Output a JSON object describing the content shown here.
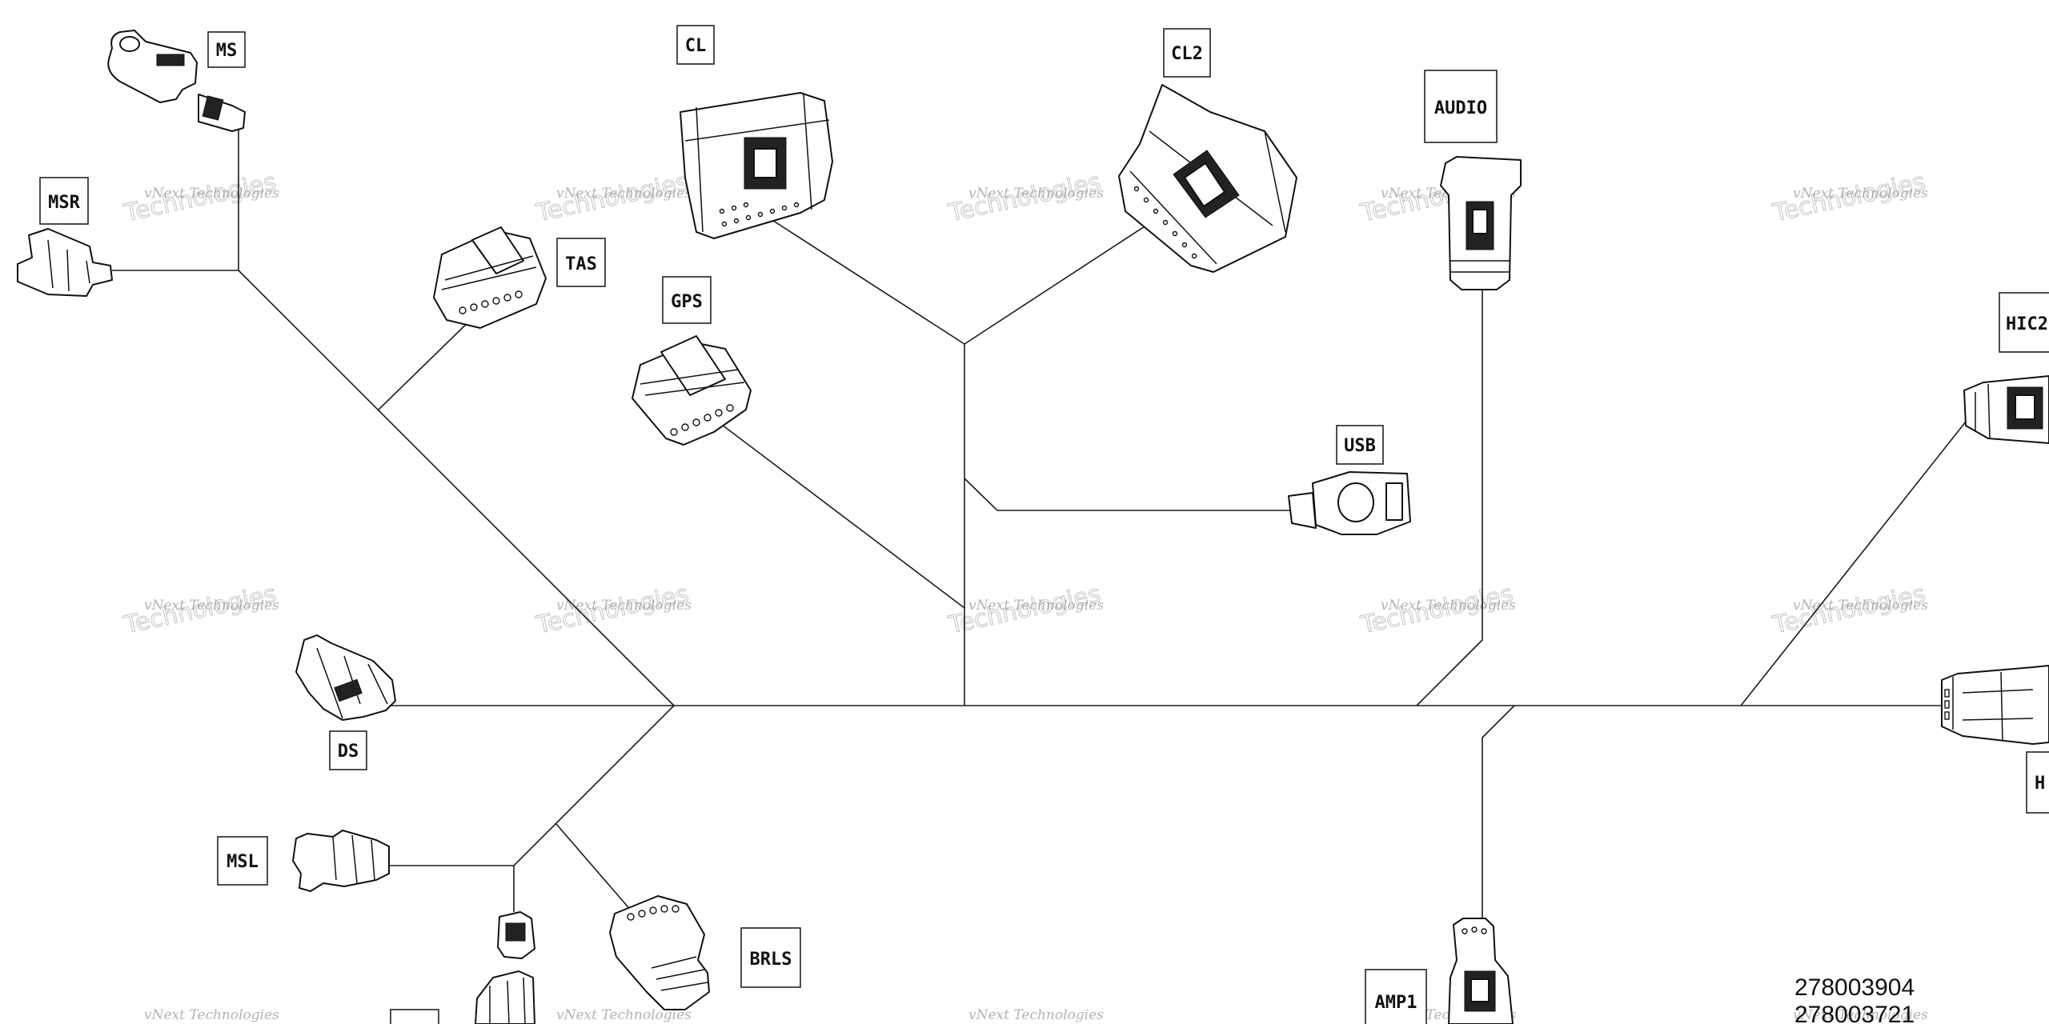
{
  "connectors": [
    {
      "id": "MS",
      "label": "MS"
    },
    {
      "id": "MSR",
      "label": "MSR"
    },
    {
      "id": "TAS",
      "label": "TAS"
    },
    {
      "id": "CL",
      "label": "CL"
    },
    {
      "id": "CL2",
      "label": "CL2"
    },
    {
      "id": "GPS",
      "label": "GPS"
    },
    {
      "id": "AUDIO",
      "label": "AUDIO"
    },
    {
      "id": "USB",
      "label": "USB"
    },
    {
      "id": "HIC2",
      "label": "HIC2"
    },
    {
      "id": "DS",
      "label": "DS"
    },
    {
      "id": "MSL",
      "label": "MSL"
    },
    {
      "id": "BRLS",
      "label": "BRLS"
    },
    {
      "id": "AMP1",
      "label": "AMP1"
    },
    {
      "id": "H",
      "label": "H"
    },
    {
      "id": "unlabeled",
      "label": ""
    }
  ],
  "part_numbers": [
    "278003904",
    "278003721"
  ],
  "watermark": {
    "line1": "vNext Technologies",
    "line2": "Technologies"
  }
}
